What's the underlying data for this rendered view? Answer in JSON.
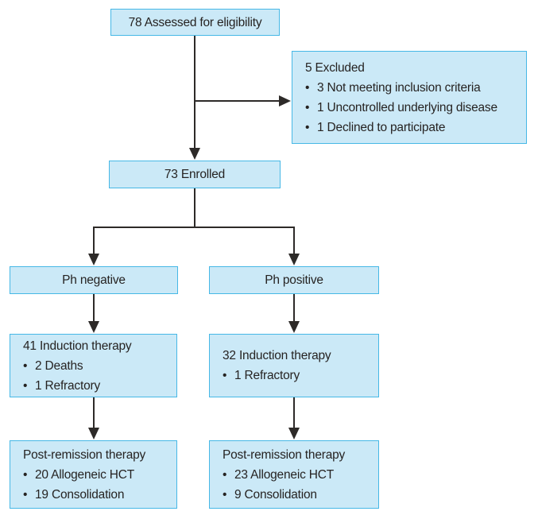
{
  "bullet_char": "•",
  "colors": {
    "background": "#ffffff",
    "box_fill": "#cbe9f7",
    "box_border": "#46b8e6",
    "arrow": "#2d2a28",
    "text": "#262322"
  },
  "flow": {
    "eligibility": {
      "title": "78 Assessed for eligibility"
    },
    "excluded": {
      "title": "5 Excluded",
      "items": [
        "3 Not meeting inclusion criteria",
        "1 Uncontrolled underlying disease",
        "1 Declined to participate"
      ]
    },
    "enrolled": {
      "title": "73 Enrolled"
    },
    "ph_negative": {
      "title": "Ph negative"
    },
    "ph_positive": {
      "title": "Ph positive"
    },
    "induction_negative": {
      "title": "41 Induction therapy",
      "items": [
        "2 Deaths",
        "1 Refractory"
      ]
    },
    "induction_positive": {
      "title": "32 Induction therapy",
      "items": [
        "1 Refractory"
      ]
    },
    "post_remission_negative": {
      "title": "Post-remission therapy",
      "items": [
        "20 Allogeneic HCT",
        "19 Consolidation"
      ]
    },
    "post_remission_positive": {
      "title": "Post-remission therapy",
      "items": [
        "23 Allogeneic HCT",
        "9 Consolidation"
      ]
    }
  }
}
